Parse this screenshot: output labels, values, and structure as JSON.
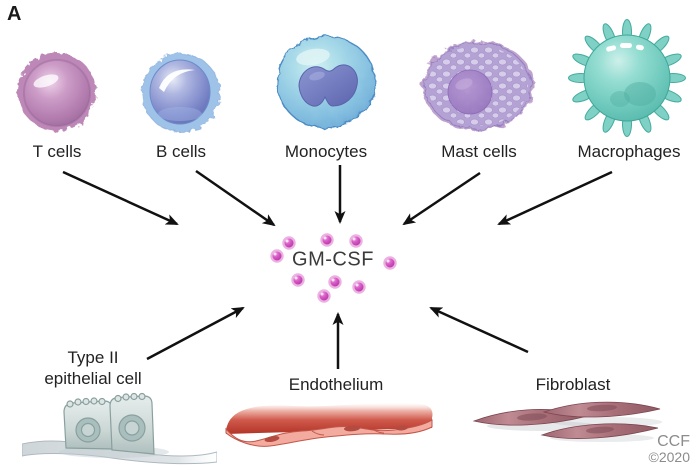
{
  "panel_label": "A",
  "center_molecule": {
    "label": "GM-CSF",
    "dot_count": 9
  },
  "sources_top": [
    {
      "label": "T cells"
    },
    {
      "label": "B cells"
    },
    {
      "label": "Monocytes"
    },
    {
      "label": "Mast cells"
    },
    {
      "label": "Macrophages"
    }
  ],
  "sources_bottom": [
    {
      "label_line1": "Type II",
      "label_line2": "epithelial cell"
    },
    {
      "label": "Endothelium"
    },
    {
      "label": "Fibroblast"
    }
  ],
  "credit": {
    "org": "CCF",
    "year": "©2020"
  },
  "colors": {
    "background": "#ffffff",
    "arrow": "#111111",
    "label_text": "#222222",
    "credit_text": "#8c8c8c",
    "gmcsf_text": "#3b3b3b",
    "gmcsf_dot": "#c53bb1",
    "t_cell": "#b77fb3",
    "b_cell": "#7e89ca",
    "monocyte": "#84bfe0",
    "monocyte_nucleus": "#6b74ba",
    "mast_cell": "#b4a2d4",
    "macrophage": "#6cc8bb",
    "epithelial_cell": "#c3d0ce",
    "endothelium": "#c04a3c",
    "fibroblast": "#a96f79"
  }
}
